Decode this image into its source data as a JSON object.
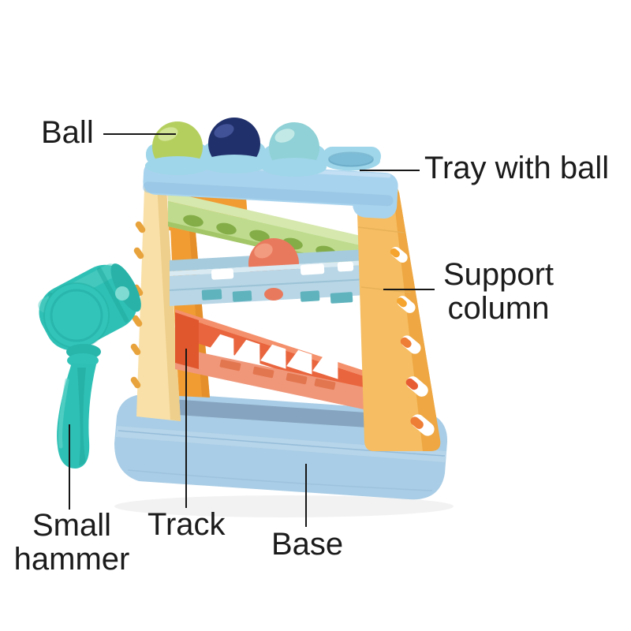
{
  "background": "#ffffff",
  "annotation_color": "#1b1b1b",
  "labels": {
    "ball": "Ball",
    "tray": "Tray with ball",
    "support": {
      "line1": "Support",
      "line2": "column"
    },
    "hammer": {
      "line1": "Small",
      "line2": "hammer"
    },
    "track": "Track",
    "base": "Base"
  },
  "toy": {
    "colors": {
      "tray": "#a8d3ee",
      "well_cup": "#9fd6e9",
      "well_hole_inner": "#7cbcd6",
      "ball_green": "#b5cf5f",
      "ball_navy": "#20306b",
      "ball_teal": "#8fd1d6",
      "ball_orange": "#e9795d",
      "track_green": "#bfdc8e",
      "track_blue": "#b8d6e6",
      "track_coral": "#e9653d",
      "column_left": "#f9e0a8",
      "column_right": "#f6bd62",
      "column_inner": "#f09c33",
      "base": "#a9cde6",
      "base_recess": "#86a4bf",
      "hammer": "#2fc0b5"
    }
  }
}
